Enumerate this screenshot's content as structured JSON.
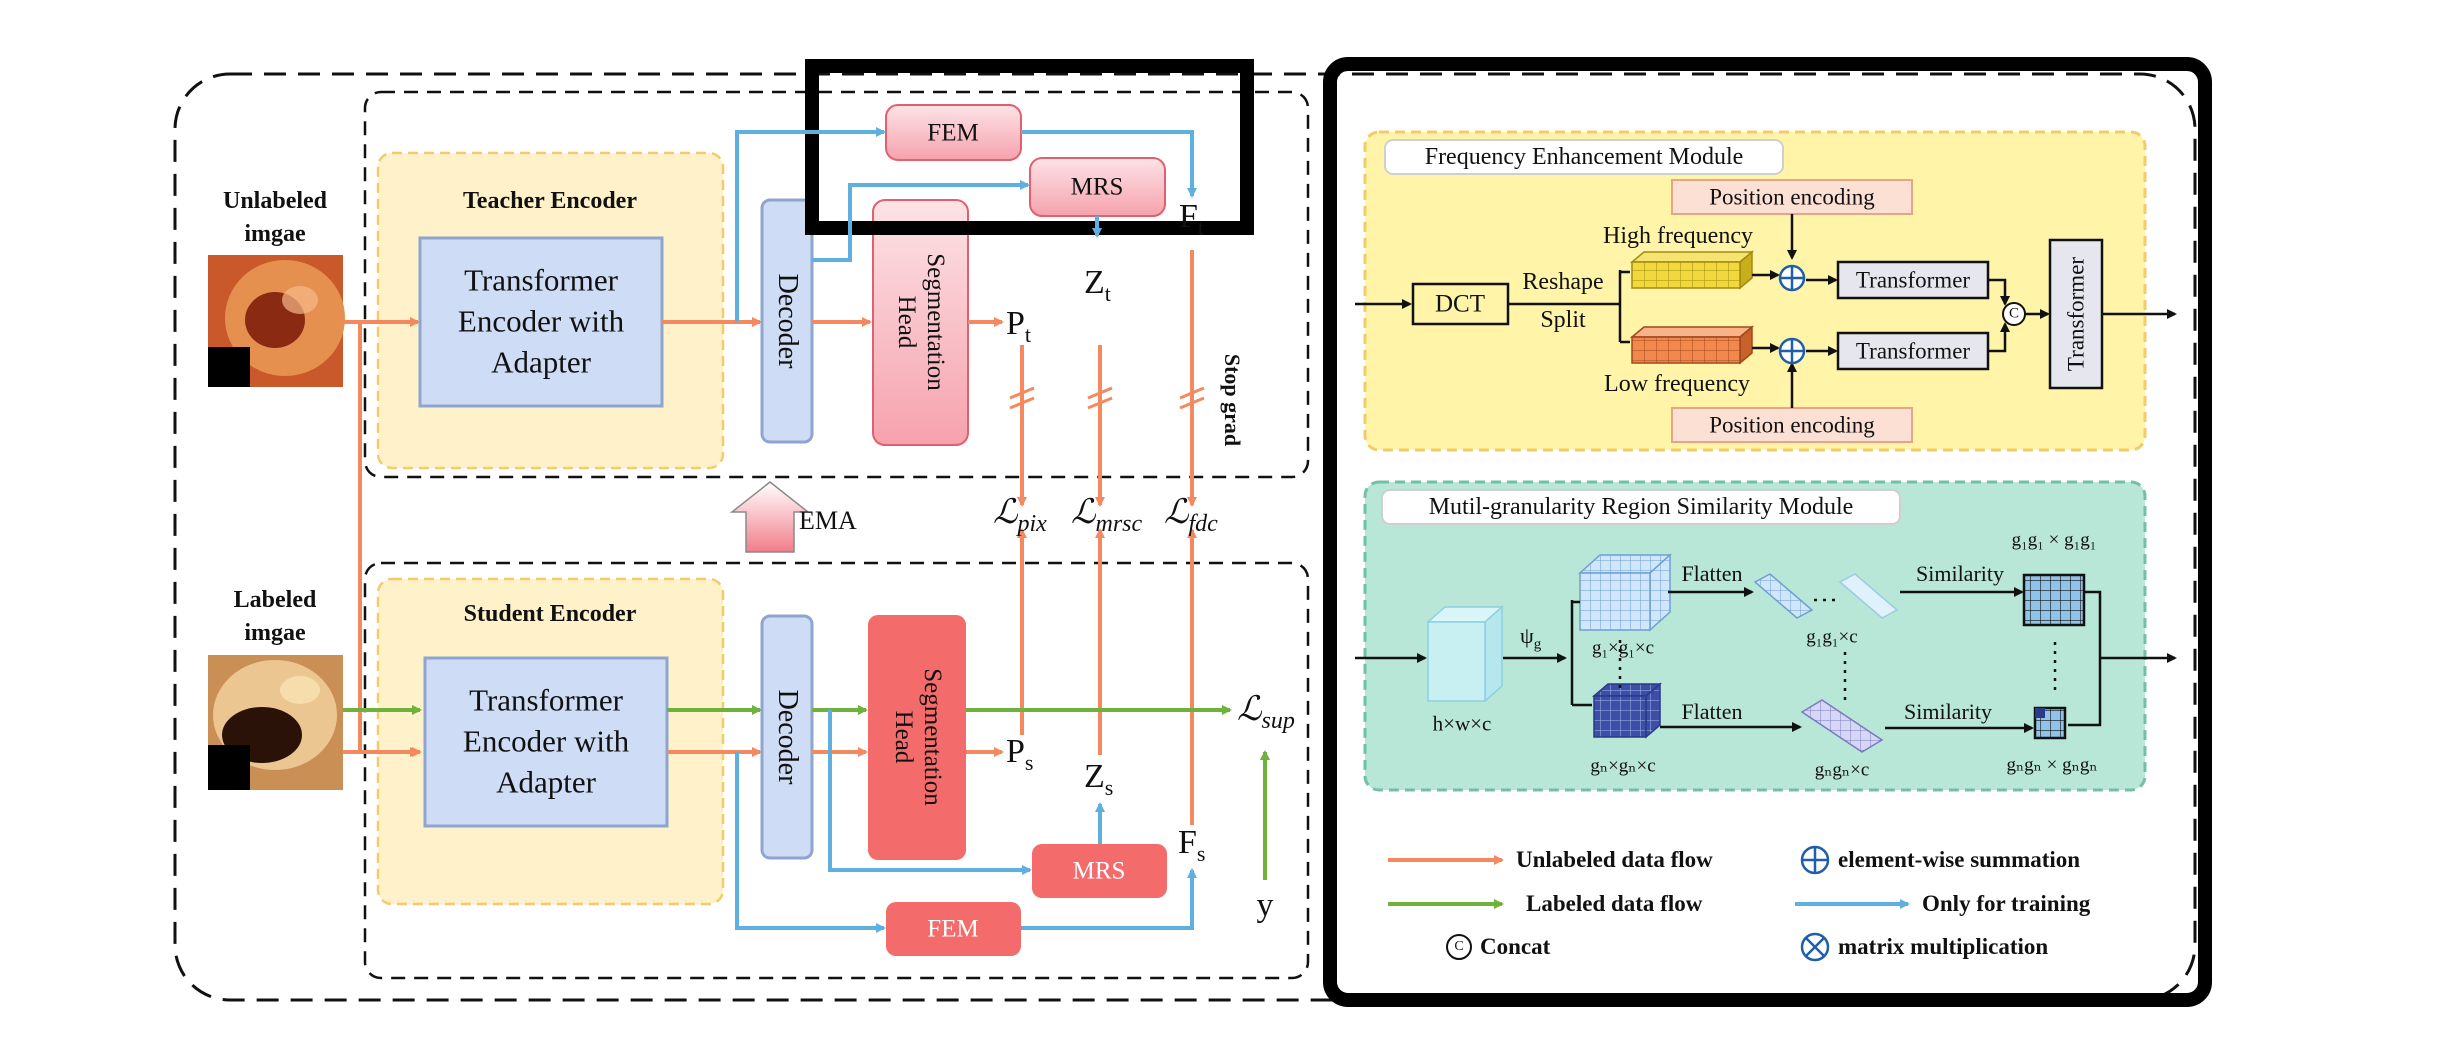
{
  "inputs": {
    "unlabeled_title_1": "Unlabeled",
    "unlabeled_title_2": "imgae",
    "labeled_title_1": "Labeled",
    "labeled_title_2": "imgae"
  },
  "teacher": {
    "title": "Teacher Encoder",
    "encoder_line1": "Transformer",
    "encoder_line2": "Encoder with",
    "encoder_line3": "Adapter",
    "decoder": "Decoder",
    "seg_head_1": "Segmentation",
    "seg_head_2": "Head",
    "fem": "FEM",
    "mrs": "MRS",
    "p": "P",
    "p_sub": "t",
    "z": "Z",
    "z_sub": "t",
    "f": "F",
    "f_sub": "t",
    "stop_grad": "Stop grad"
  },
  "student": {
    "title": "Student Encoder",
    "encoder_line1": "Transformer",
    "encoder_line2": "Encoder with",
    "encoder_line3": "Adapter",
    "decoder": "Decoder",
    "seg_head_1": "Segmentation",
    "seg_head_2": "Head",
    "fem": "FEM",
    "mrs": "MRS",
    "p": "P",
    "p_sub": "s",
    "z": "Z",
    "z_sub": "s",
    "f": "F",
    "f_sub": "s",
    "y": "y"
  },
  "ema": "EMA",
  "losses": {
    "script_l": "ℒ",
    "pix": "pix",
    "mrsc": "mrsc",
    "fdc": "fdc",
    "sup": "sup"
  },
  "fem_module": {
    "title": "Frequency Enhancement Module",
    "dct": "DCT",
    "reshape": "Reshape",
    "split": "Split",
    "high": "High frequency",
    "low": "Low frequency",
    "pos_top": "Position encoding",
    "pos_bottom": "Position encoding",
    "transformer_1": "Transformer",
    "transformer_2": "Transformer",
    "transformer_3": "Transformer",
    "concat_symbol": "C"
  },
  "mrs_module": {
    "title": "Mutil-granularity Region Similarity Module",
    "psi": "ψ",
    "psi_sub": "g",
    "hwc": "h×w×c",
    "flatten_1": "Flatten",
    "flatten_2": "Flatten",
    "similarity_1": "Similarity",
    "similarity_2": "Similarity",
    "g1_cube": "g₁×g₁×c",
    "gn_cube": "gₙ×gₙ×c",
    "g1_flat": "g₁g₁×c",
    "gn_flat": "gₙgₙ×c",
    "g1_mat": "g₁g₁ × g₁g₁",
    "gn_mat": "gₙgₙ × gₙgₙ"
  },
  "legend": {
    "unlabeled": "Unlabeled data flow",
    "labeled": "Labeled data flow",
    "concat": "Concat",
    "sum": "element-wise summation",
    "training": "Only for training",
    "matmul": "matrix multiplication",
    "concat_symbol": "C"
  },
  "colors": {
    "orange": "#f4895f",
    "green": "#6fb23b",
    "blue": "#5fb0df",
    "encoder_fill": "#cfdcf5",
    "encoder_stroke": "#8ea6cf",
    "panel_fill": "#fff1c9",
    "panel_stroke": "#f3cb6a",
    "seg_red": "#f36b6b",
    "pink": "#f8aab4",
    "fem_bg": "#fff4a7",
    "mrs_bg": "#b8e6d7"
  }
}
